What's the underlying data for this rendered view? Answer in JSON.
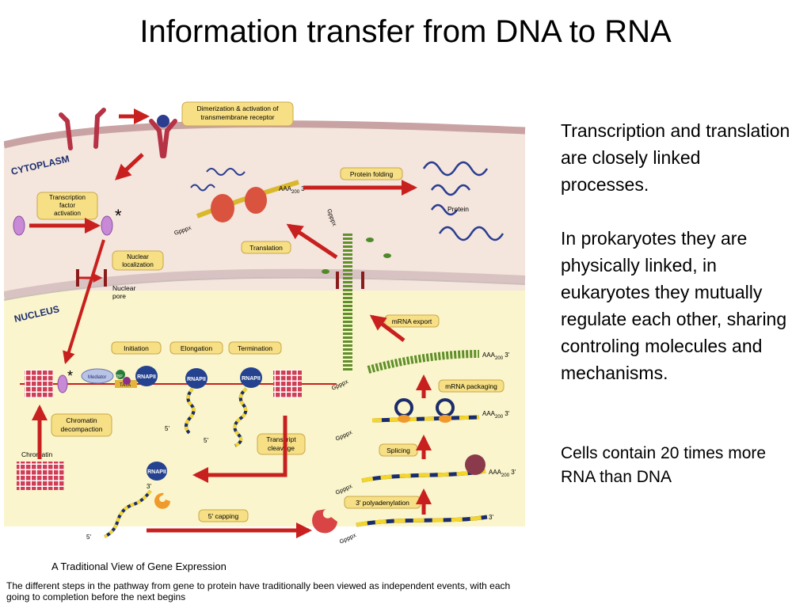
{
  "slide": {
    "title": "Information transfer from DNA to RNA",
    "para1": "Transcription and translation are closely linked processes.",
    "para2": "In prokaryotes they are physically linked, in eukaryotes they mutually regulate each other, sharing controling molecules and mechanisms.",
    "para3": "Cells contain 20 times more RNA than DNA"
  },
  "figure": {
    "compartments": {
      "cytoplasm": "CYTOPLASM",
      "nucleus": "NUCLEUS"
    },
    "boxes": {
      "dimerization": "Dimerization & activation of transmembrane receptor",
      "tf_activation": "Transcription factor activation",
      "nuclear_localization": "Nuclear localization",
      "protein_folding": "Protein folding",
      "translation": "Translation",
      "mrna_export": "mRNA export",
      "initiation": "Initiation",
      "elongation": "Elongation",
      "termination": "Termination",
      "mrna_packaging": "mRNA packaging",
      "chromatin_decompaction": "Chromatin decompaction",
      "transcript_cleavage": "Transcript cleavage",
      "splicing": "Splicing",
      "polyadenylation": "3' polyadenylation",
      "capping": "5' capping"
    },
    "labels": {
      "nuclear_pore": "Nuclear pore",
      "chromatin": "Chromatin",
      "protein": "Protein",
      "rnapii": "RNAPII",
      "mediator": "Mediator",
      "tata": "TATA",
      "tbp": "TBP",
      "polya": "AAA",
      "polya_len": "200",
      "three_prime": "3'",
      "five_prime": "5'",
      "cap": "GpppX",
      "asterisk": "*"
    },
    "caption_title": "A Traditional View of Gene Expression",
    "caption_text": "The different steps in the pathway from gene to protein have traditionally been viewed as independent events, with each going to completion before the next begins",
    "colors": {
      "cytoplasm_bg": "#f4e5dd",
      "nucleus_bg": "#faf5cc",
      "label_box": "#f6df85",
      "arrow": "#c8201f",
      "rnapii": "#24428f",
      "rna_yellow": "#f3d52c",
      "rna_navy": "#1a2c6b",
      "ribosome": "#d9533f",
      "receptor": "#b63245",
      "tf_purple": "#c88ad6",
      "chromatin_red": "#cf3e55",
      "mrnp_green": "#5f8f29"
    }
  }
}
